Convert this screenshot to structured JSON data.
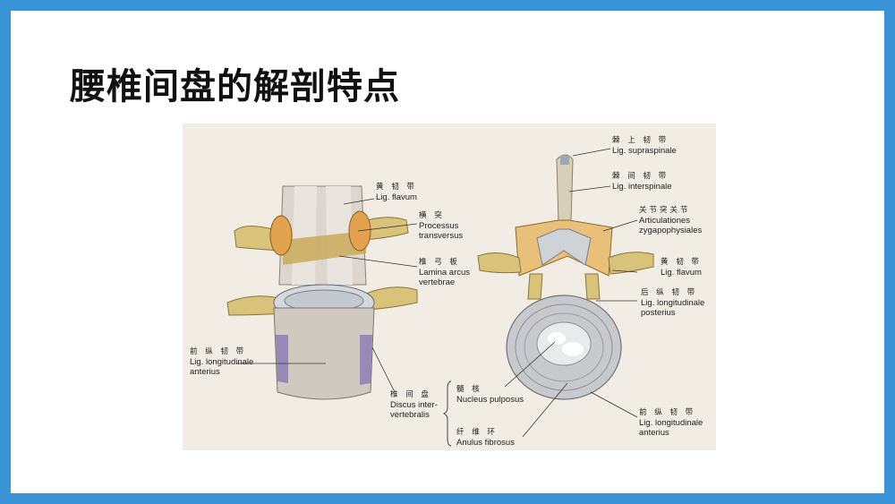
{
  "slide": {
    "title": "腰椎间盘的解剖特点"
  },
  "figure": {
    "left_labels": [
      {
        "id": "lig-flavum-left",
        "cn": "黄 韧 带",
        "en": "Lig. flavum"
      },
      {
        "id": "processus-transversus",
        "cn": "横 突",
        "en": "Processus",
        "en2": "transversus"
      },
      {
        "id": "lamina-arcus",
        "cn": "椎 弓 板",
        "en": "Lamina arcus",
        "en2": "vertebrae"
      },
      {
        "id": "lig-long-anterius-left",
        "cn": "前 纵 韧 带",
        "en": "Lig. longitudinale",
        "en2": "anterius"
      },
      {
        "id": "discus",
        "cn": "椎 间 盘",
        "en": "Discus inter-",
        "en2": "vertebralis"
      }
    ],
    "right_labels": [
      {
        "id": "lig-supraspinale",
        "cn": "棘 上 韧 带",
        "en": "Lig. supraspinale"
      },
      {
        "id": "lig-interspinale",
        "cn": "棘 间 韧 带",
        "en": "Lig. interspinale"
      },
      {
        "id": "articulationes",
        "cn": "关节突关节",
        "en": "Articulationes",
        "en2": "zygapophysiales"
      },
      {
        "id": "lig-flavum-right",
        "cn": "黄 韧 带",
        "en": "Lig. flavum"
      },
      {
        "id": "lig-long-posterius",
        "cn": "后 纵 韧 带",
        "en": "Lig. longitudinale",
        "en2": "posterius"
      },
      {
        "id": "nucleus",
        "cn": "髓 核",
        "en": "Nucleus pulposus"
      },
      {
        "id": "annulus",
        "cn": "纤 维 环",
        "en": "Anulus fibrosus"
      },
      {
        "id": "lig-long-anterius-right",
        "cn": "前 纵 韧 带",
        "en": "Lig. longitudinale",
        "en2": "anterius"
      }
    ]
  }
}
